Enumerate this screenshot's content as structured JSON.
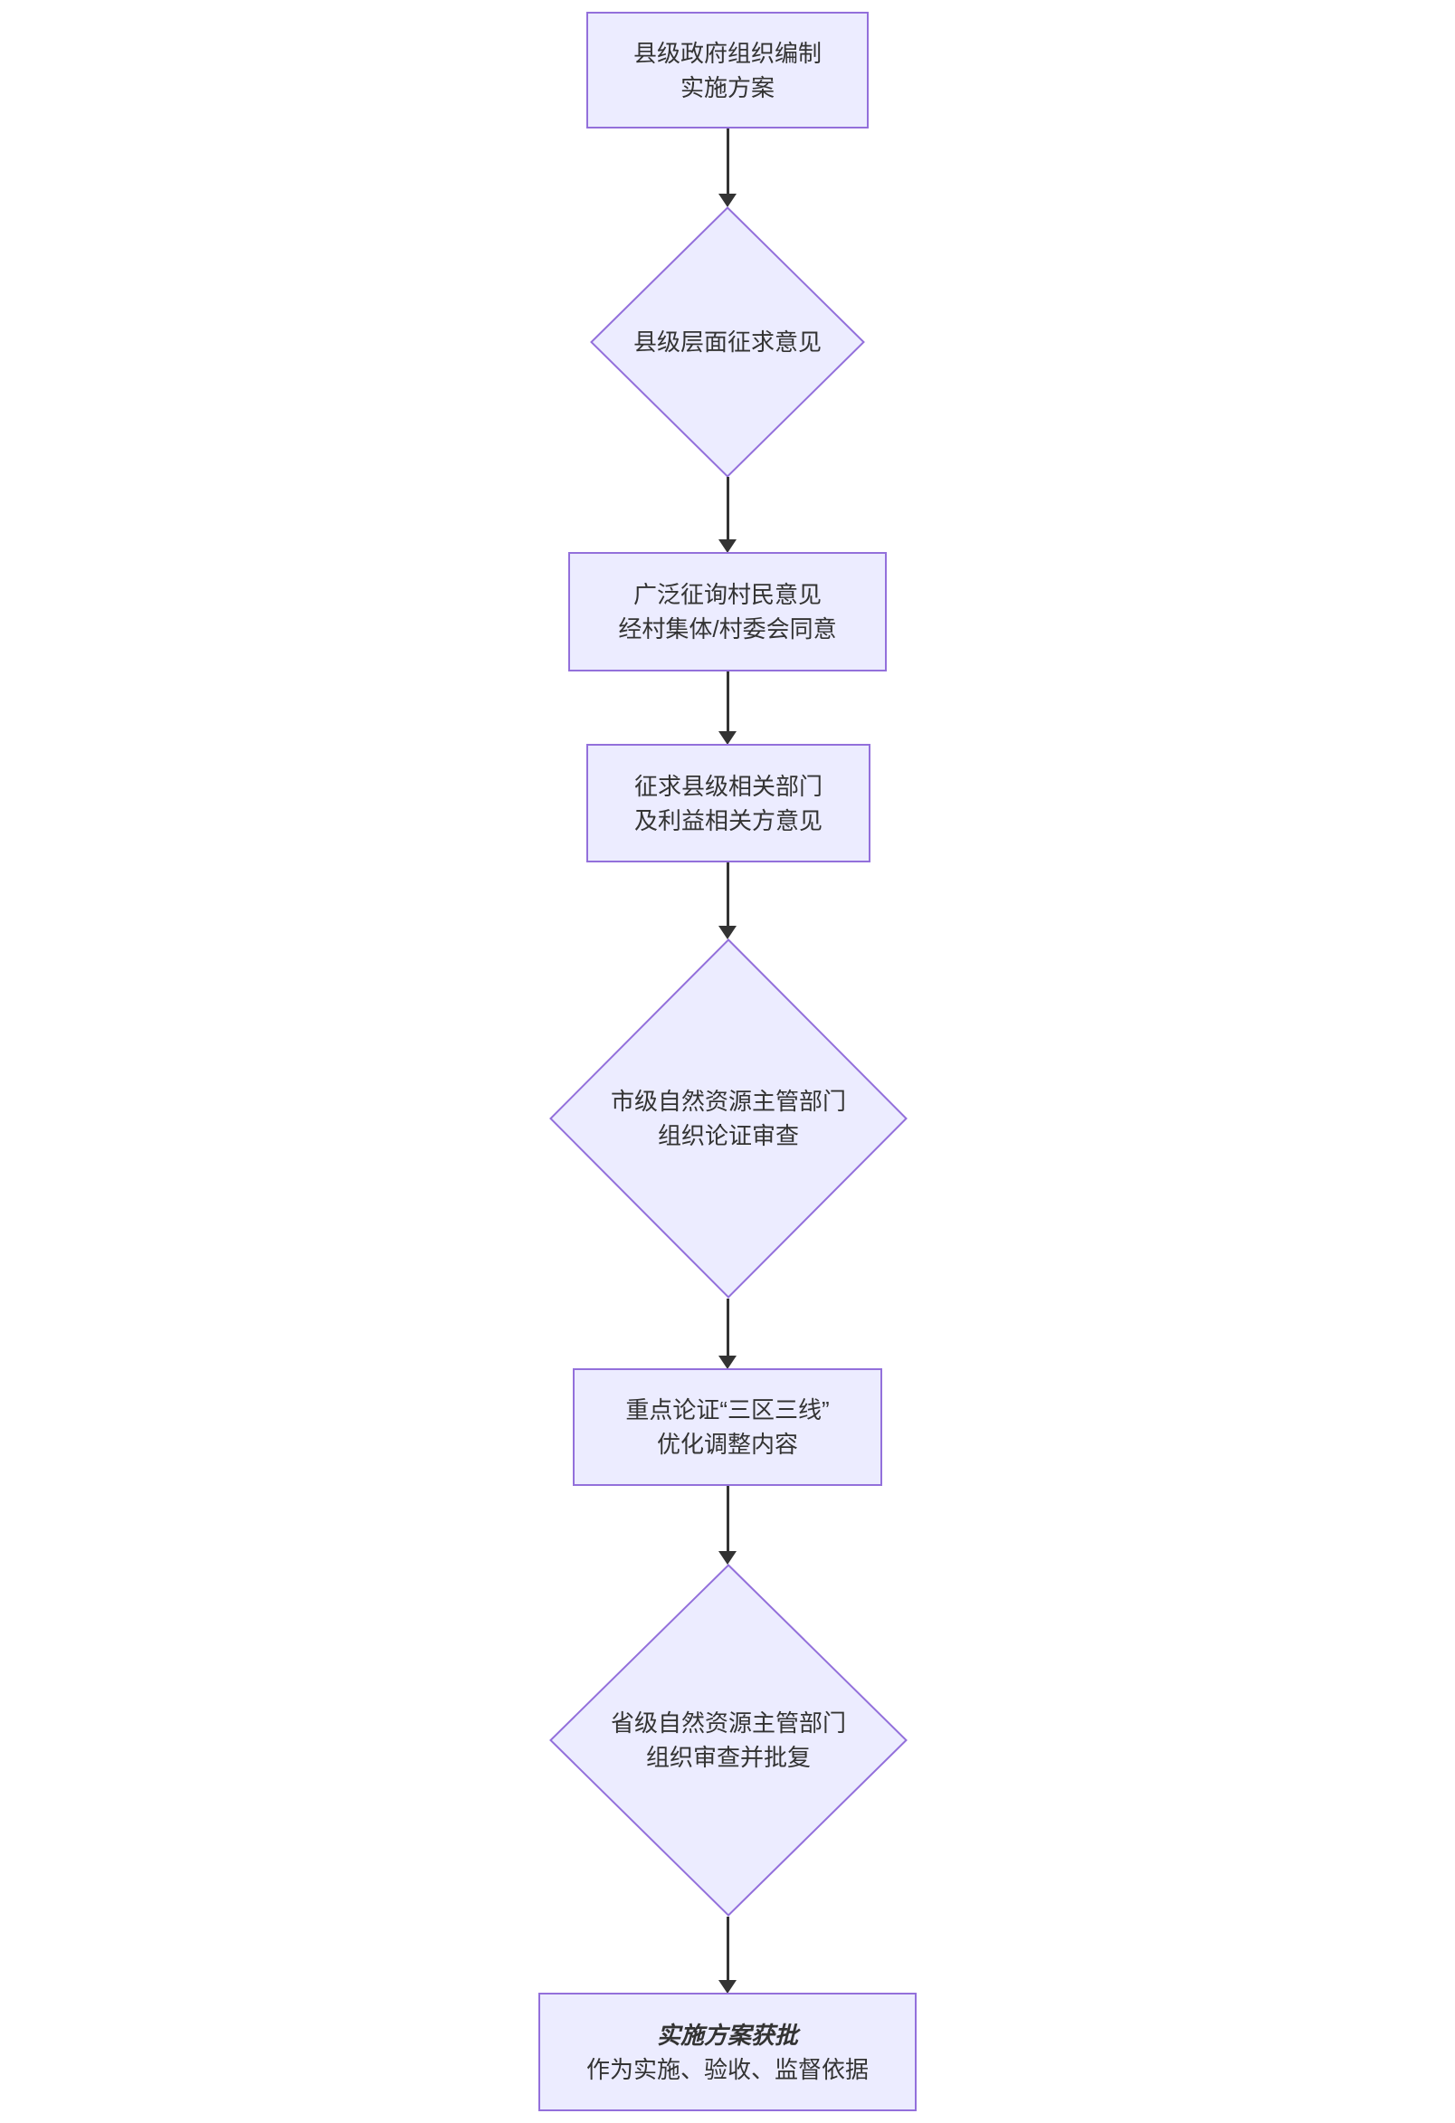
{
  "diagram": {
    "type": "flowchart",
    "direction": "top-down",
    "colors": {
      "background": "#ffffff",
      "node_fill": "#ECECFF",
      "node_border": "#9370DB",
      "arrow": "#333333",
      "text": "#333333"
    },
    "nodes": [
      {
        "shape": "rect",
        "lines": [
          "县级政府组织编制",
          "实施方案"
        ]
      },
      {
        "shape": "diamond",
        "lines": [
          "县级层面征求意见"
        ]
      },
      {
        "shape": "rect",
        "lines": [
          "广泛征询村民意见",
          "经村集体/村委会同意"
        ]
      },
      {
        "shape": "rect",
        "lines": [
          "征求县级相关部门",
          "及利益相关方意见"
        ]
      },
      {
        "shape": "diamond",
        "lines": [
          "市级自然资源主管部门",
          "组织论证审查"
        ]
      },
      {
        "shape": "rect",
        "lines": [
          "重点论证“三区三线”",
          "优化调整内容"
        ]
      },
      {
        "shape": "diamond",
        "lines": [
          "省级自然资源主管部门",
          "组织审查并批复"
        ]
      },
      {
        "shape": "rect",
        "lines": [
          "实施方案获批",
          "作为实施、验收、监督依据"
        ],
        "line1_style": "bold-italic"
      }
    ]
  }
}
